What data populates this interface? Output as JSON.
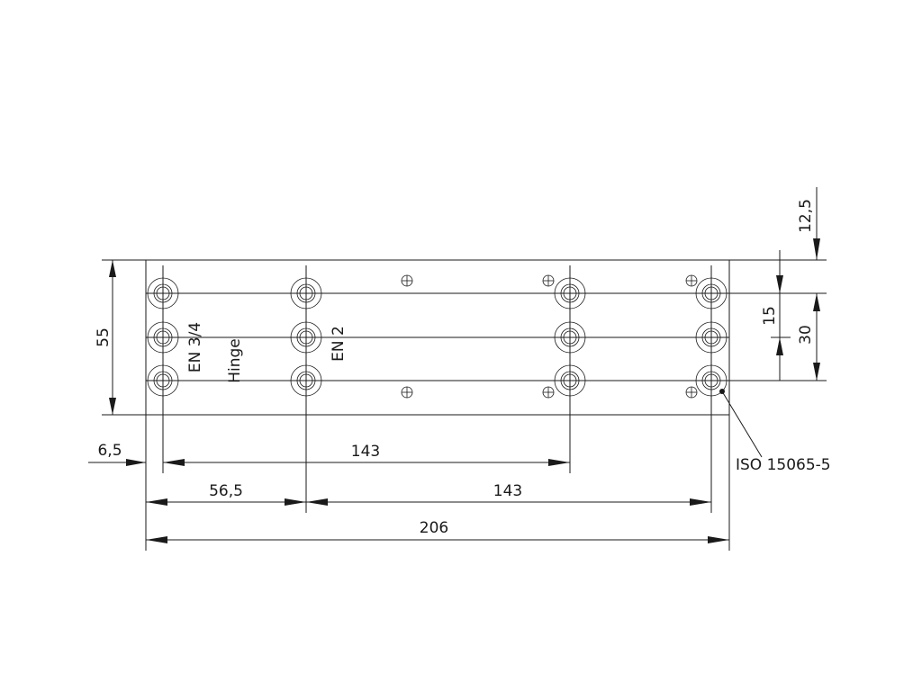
{
  "dimensions": {
    "height_55": "55",
    "offset_6_5": "6,5",
    "span_143_top": "143",
    "span_56_5": "56,5",
    "span_143_bottom": "143",
    "width_206": "206",
    "top_12_5": "12,5",
    "rows_15": "15",
    "rows_30": "30"
  },
  "labels": {
    "en34": "EN 3/4",
    "hinge": "Hinge",
    "en2": "EN 2",
    "iso": "ISO 15065-5"
  }
}
